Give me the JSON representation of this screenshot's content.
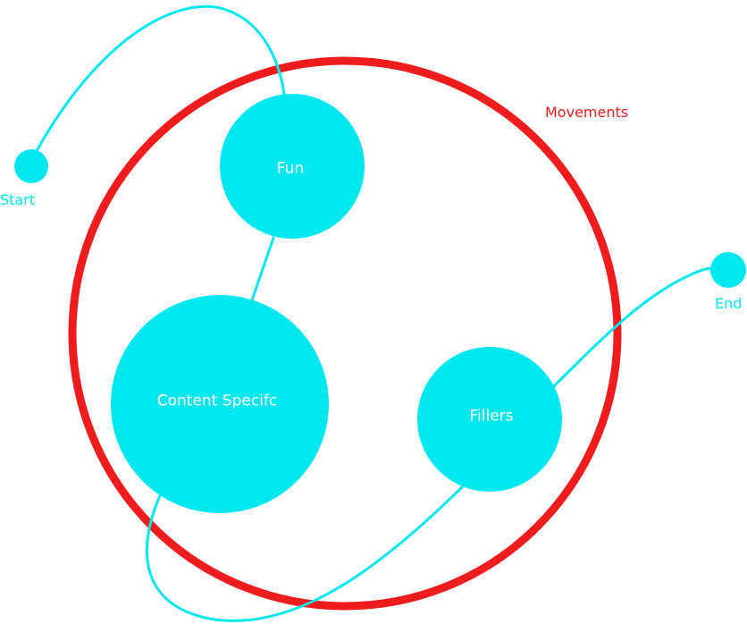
{
  "colors": {
    "node_fill": "#00e8ee",
    "connector": "#00e8ee",
    "group_ring": "#ee1c1c",
    "node_text": "#ffffff",
    "endpoint_text": "#00e8ee",
    "group_text": "#ee1c1c",
    "background": "#ffffff"
  },
  "group": {
    "label": "Movements"
  },
  "nodes": {
    "fun": {
      "label": "Fun"
    },
    "content_specific": {
      "label": "Content Specifc"
    },
    "fillers": {
      "label": "Fillers"
    }
  },
  "endpoints": {
    "start": {
      "label": "Start"
    },
    "end": {
      "label": "End"
    }
  },
  "edges": [
    {
      "from": "Start",
      "to": "Fun"
    },
    {
      "from": "Fun",
      "to": "Content Specifc"
    },
    {
      "from": "Content Specifc",
      "to": "Fillers"
    },
    {
      "from": "Fillers",
      "to": "End"
    }
  ]
}
